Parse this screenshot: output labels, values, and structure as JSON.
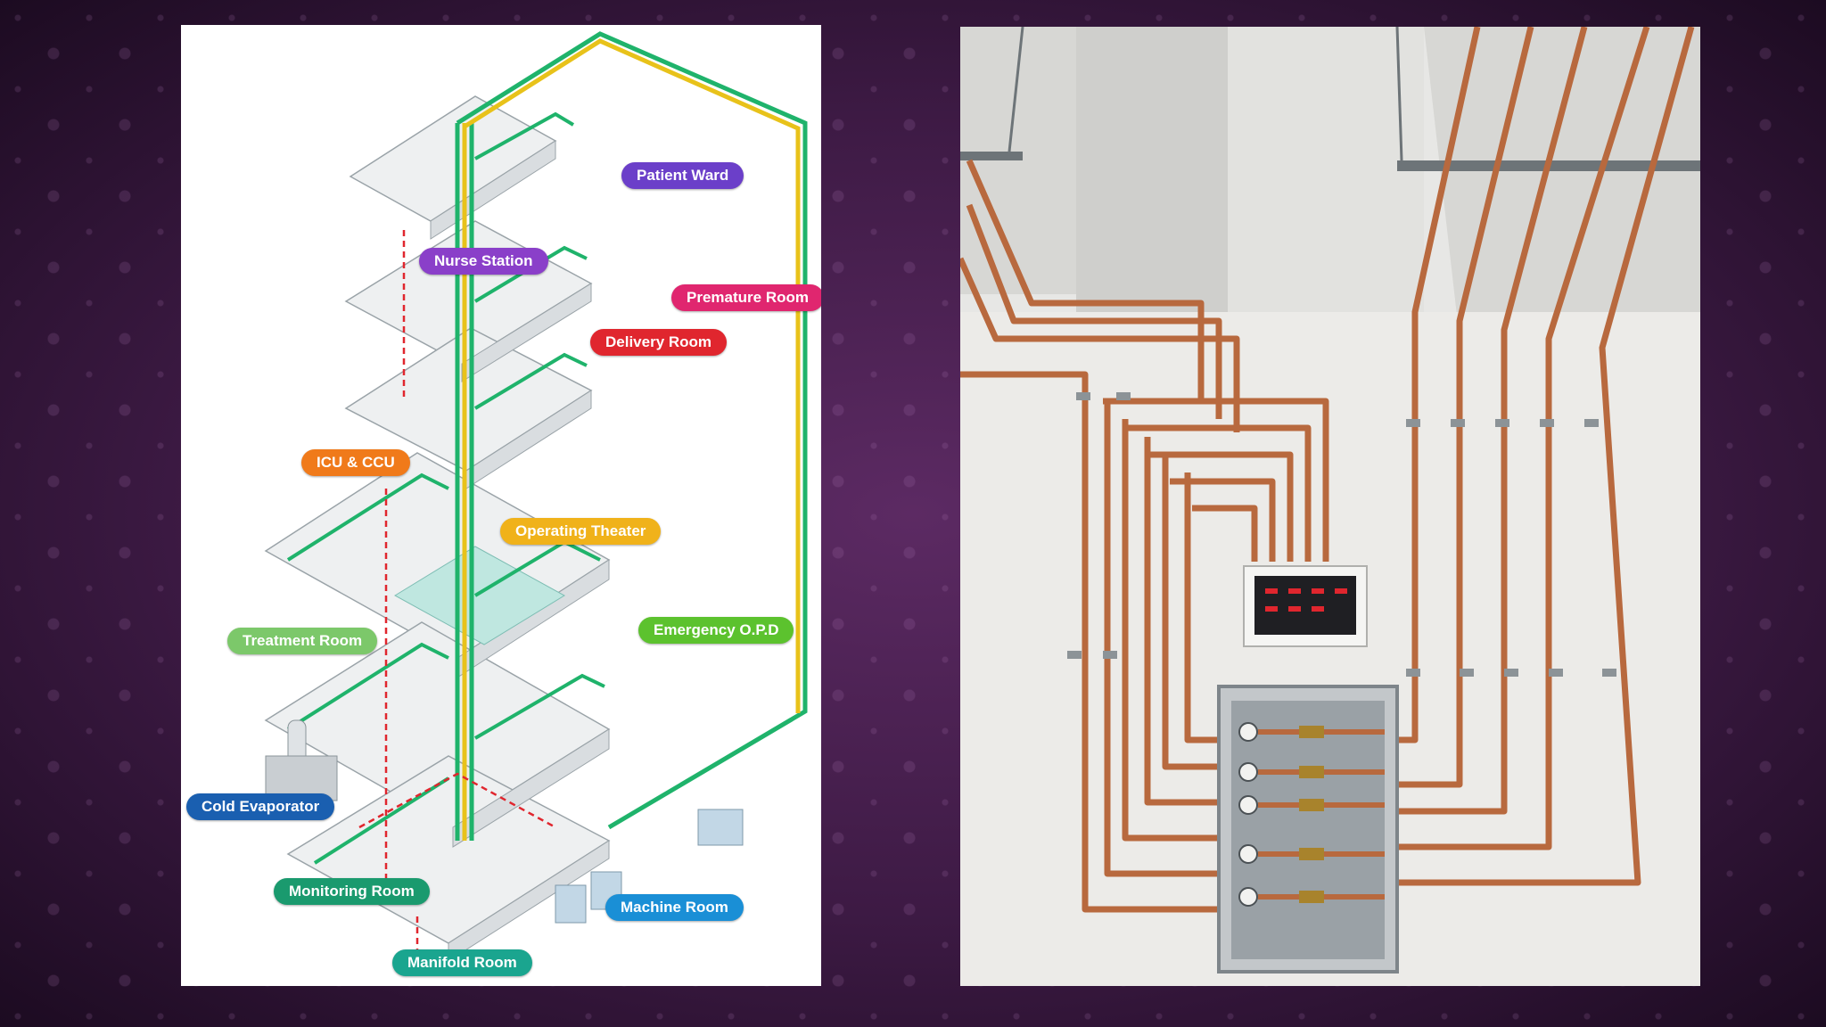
{
  "left_panel": {
    "labels": [
      {
        "key": "patient_ward",
        "text": "Patient Ward",
        "color": "#6b3fc9"
      },
      {
        "key": "nurse_station",
        "text": "Nurse Station",
        "color": "#8a3fc9"
      },
      {
        "key": "premature_room",
        "text": "Premature Room",
        "color": "#e0266f"
      },
      {
        "key": "delivery_room",
        "text": "Delivery Room",
        "color": "#e0262e"
      },
      {
        "key": "icu_ccu",
        "text": "ICU & CCU",
        "color": "#f07a1a"
      },
      {
        "key": "operating_theater",
        "text": "Operating Theater",
        "color": "#f0b21a"
      },
      {
        "key": "treatment_room",
        "text": "Treatment Room",
        "color": "#7cc86a"
      },
      {
        "key": "emergency_opd",
        "text": "Emergency O.P.D",
        "color": "#5cc22e"
      },
      {
        "key": "cold_evaporator",
        "text": "Cold Evaporator",
        "color": "#1a5fb0"
      },
      {
        "key": "monitoring_room",
        "text": "Monitoring Room",
        "color": "#1a9a6e"
      },
      {
        "key": "machine_room",
        "text": "Machine Room",
        "color": "#1a8fd6"
      },
      {
        "key": "manifold_room",
        "text": "Manifold Room",
        "color": "#1aa58f"
      }
    ]
  },
  "colors": {
    "pipe_green": "#1fb36b",
    "pipe_yellow": "#e8c21a",
    "pipe_red": "#e0262e",
    "pipe_copper": "#b8693e"
  }
}
